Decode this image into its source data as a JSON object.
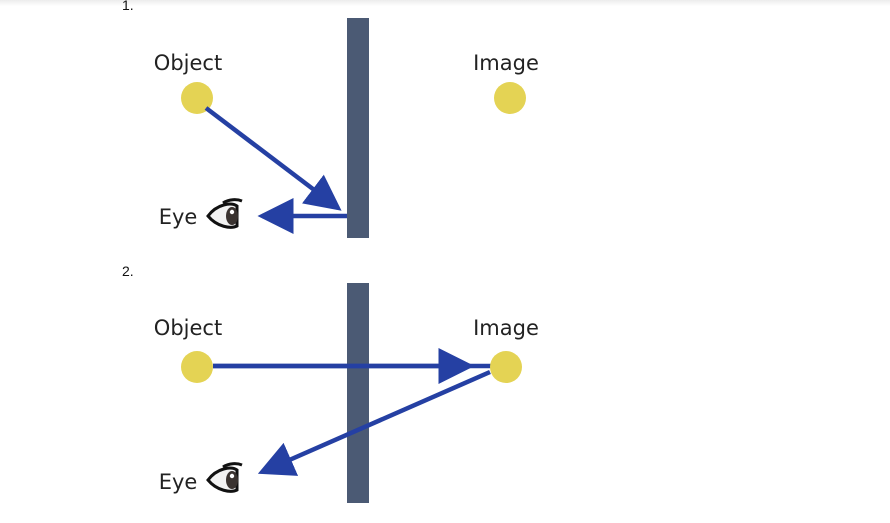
{
  "colors": {
    "mirror": "#4b5a74",
    "ray": "#2540a3",
    "point": "#e4d354",
    "text": "#222222"
  },
  "panels": [
    {
      "number": "1.",
      "object_label": "Object",
      "image_label": "Image",
      "eye_label": "Eye"
    },
    {
      "number": "2.",
      "object_label": "Object",
      "image_label": "Image",
      "eye_label": "Eye"
    }
  ]
}
